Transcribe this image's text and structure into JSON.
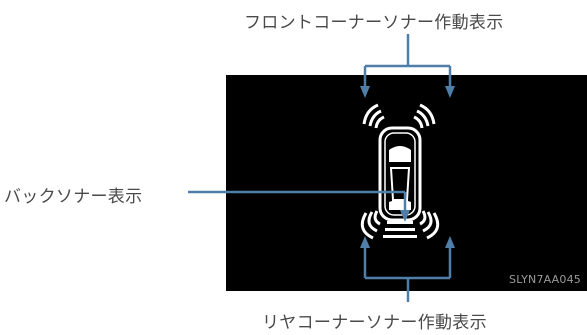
{
  "labels": {
    "front_corner": "フロントコーナーソナー作動表示",
    "back_sonar": "バックソナー表示",
    "rear_corner": "リヤコーナーソナー作動表示"
  },
  "image_code": "SLYN7AA045",
  "colors": {
    "screen_background": "#000000",
    "sensor_segments": "#ffffff",
    "callout_lines": "#4f7fa8",
    "label_text": "#4a4a4a"
  }
}
